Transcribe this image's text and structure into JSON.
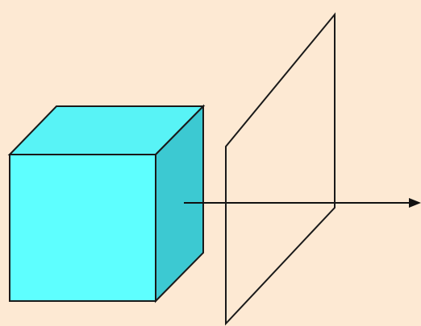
{
  "title_fragment": "",
  "colors": {
    "background": "#FDE9D3",
    "cube_front": "#5EFFFF",
    "cube_top": "#58F3F6",
    "cube_side": "#3CC9D2",
    "edge": "#1A1A1A",
    "arrow": "#111111",
    "plane_stroke": "#1A1A1A"
  },
  "diagram": {
    "objects": [
      "cube",
      "projection-plane",
      "projection-ray"
    ],
    "description_labels": []
  }
}
